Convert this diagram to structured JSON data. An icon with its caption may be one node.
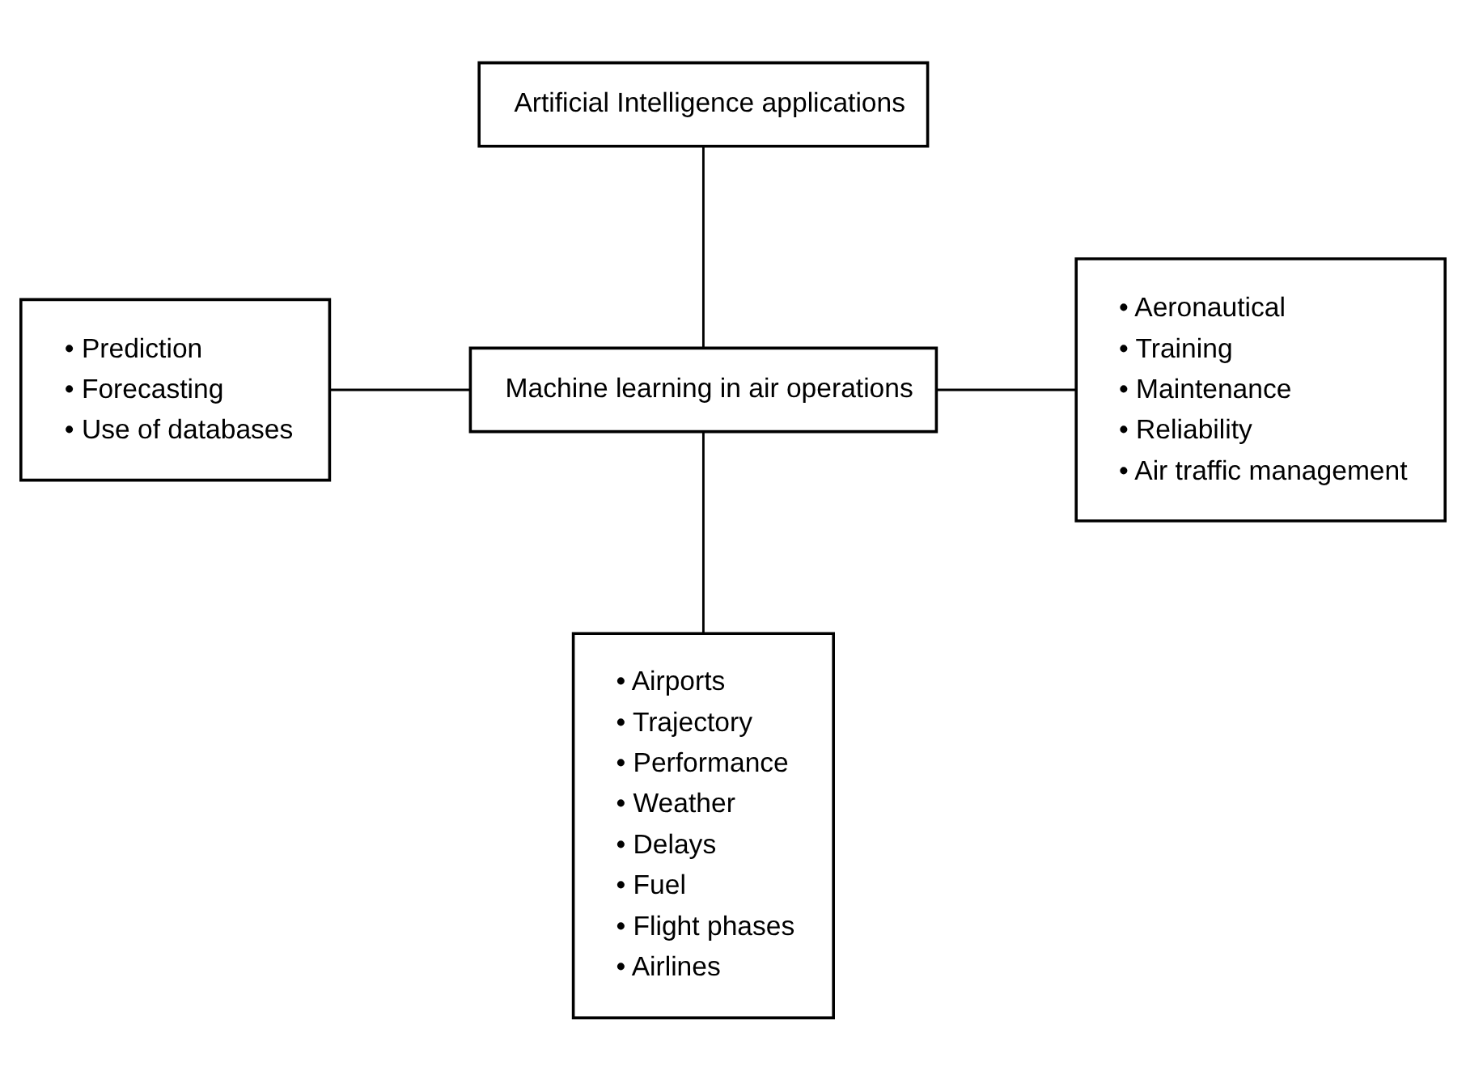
{
  "diagram": {
    "nodes": [
      {
        "text": [
          "Artificial Intelligence applications"
        ]
      },
      {
        "text": [
          "Machine learning in air operations"
        ]
      },
      {
        "text": [
          "• Prediction",
          "• Forecasting",
          "• Use of databases"
        ]
      },
      {
        "text": [
          "• Aeronautical",
          "• Training",
          "• Maintenance",
          "• Reliability",
          "• Air traffic management"
        ]
      },
      {
        "text": [
          "• Airports",
          "• Trajectory",
          "• Performance",
          "• Weather",
          "• Delays",
          "• Fuel",
          "• Flight phases",
          "• Airlines"
        ]
      }
    ],
    "edges": [
      {
        "from": 0,
        "to": 1,
        "arrow": "none"
      },
      {
        "from": 2,
        "to": 1,
        "arrow": "none"
      },
      {
        "from": 1,
        "to": 3,
        "arrow": "none"
      },
      {
        "from": 1,
        "to": 4,
        "arrow": "none"
      }
    ]
  }
}
